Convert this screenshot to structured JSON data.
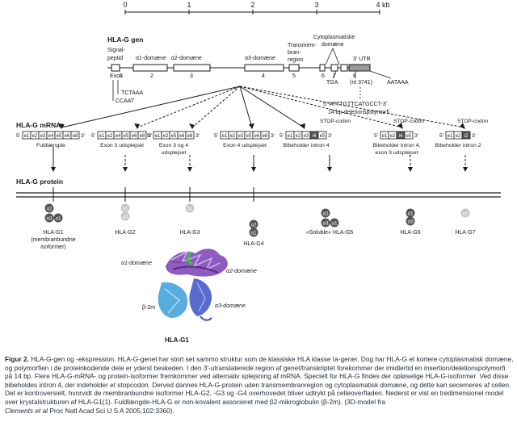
{
  "colors": {
    "line": "#1a1a1a",
    "molecule_dark": "#555555",
    "molecule_light": "#c8c8c8",
    "utr": "#9a9a9a",
    "caption_text": "#1e2a36",
    "alpha1_domain": "#7a3fb4",
    "alpha2_domain": "#6a3da8",
    "alpha3_domain": "#3b52c4",
    "beta2m": "#3aa0d8",
    "peptide": "#3cc43c"
  },
  "scale": {
    "ticks": [
      "0",
      "1",
      "2",
      "3",
      "4 kb"
    ]
  },
  "gene": {
    "title": "HLA-G gen",
    "signal_peptide": [
      "Signal-",
      "peptid"
    ],
    "exon_label": "Exon",
    "a1_domain": "α1-domæne",
    "a2_domain": "α2-domæne",
    "a3_domain": "α3-domæne",
    "transmembrane": [
      "Transmem-",
      "bran-",
      "region"
    ],
    "cytoplasmic": [
      "Cytoplasmatiske",
      "domæne"
    ],
    "utr": "3' UTR",
    "exon_numbers": [
      "1",
      "2",
      "3",
      "4",
      "5",
      "6",
      "7",
      "8"
    ],
    "promoter_1": "TCTAAA",
    "promoter_2": "CCAAT",
    "tga": "TGA",
    "nt": "(nt 3741)",
    "aataaa": "AATAAA",
    "deletion_seq": "5'-ATTTGTTCATGCCT-3'",
    "deletion_text": "14 bp deletionspolymorfi"
  },
  "mrna": {
    "title": "HLA-G mRNA",
    "stop_codon": "STOP-codon",
    "isoforms": [
      {
        "exons": [
          "e1",
          "e2",
          "e3",
          "e4",
          "e5",
          "e6",
          "e8"
        ],
        "label": [
          "Fuldlængde"
        ]
      },
      {
        "exons": [
          "e1",
          "e2",
          "e4",
          "e5",
          "e6",
          "e8"
        ],
        "label": [
          "Exon 3 udsplejset"
        ]
      },
      {
        "exons": [
          "e1",
          "e2",
          "e5",
          "e6",
          "e8"
        ],
        "label": [
          "Exon 3 og 4",
          "udsplejset"
        ]
      },
      {
        "exons": [
          "e1",
          "e2",
          "e3",
          "e5",
          "e6",
          "e8"
        ],
        "label": [
          "Exon 4 udsplejset"
        ]
      },
      {
        "exons": [
          "e1",
          "e2",
          "e3",
          "i4",
          "e5"
        ],
        "label": [
          "Bibeholder intron 4"
        ]
      },
      {
        "exons": [
          "e1",
          "e2",
          "i4",
          "e5"
        ],
        "label": [
          "Bibeholder intron 4,",
          "exon 3 udsplejset"
        ]
      },
      {
        "exons": [
          "e1",
          "e2",
          "i2"
        ],
        "label": [
          "Bibeholder intron 2"
        ]
      }
    ],
    "five_prime": "5'",
    "three_prime": "3'"
  },
  "protein": {
    "title": "HLA-G protein",
    "isoforms": [
      {
        "name": "HLA-G1",
        "sub": [
          "(membranbundne",
          "isoformer)"
        ],
        "domains": [
          "α3",
          "α2",
          "α1"
        ]
      },
      {
        "name": "HLA-G2",
        "sub": [],
        "domains": [
          "α3",
          "α1"
        ]
      },
      {
        "name": "HLA-G3",
        "sub": [],
        "domains": [
          "α1"
        ]
      },
      {
        "name": "HLA-G4",
        "sub": [],
        "domains": [
          "α2",
          "α1"
        ]
      },
      {
        "name": "»Soluble« HLA-G5",
        "sub": [],
        "domains": [
          "α3",
          "α2",
          "α1"
        ]
      },
      {
        "name": "HLA-G6",
        "sub": [],
        "domains": [
          "α3",
          "α1"
        ]
      },
      {
        "name": "HLA-G7",
        "sub": [],
        "domains": [
          "α1"
        ]
      }
    ]
  },
  "structure": {
    "a1": "α1-domæne",
    "a2": "α2-domæne",
    "a3": "α3-domæne",
    "b2m": "β-2m",
    "label": "HLA-G1"
  },
  "caption": {
    "label": "Figur 2.",
    "text": "HLA-G-gen og -ekspression. HLA-G-genet har stort set sammo struktur som de klassiske HLA klasse Ia-gener. Dog har HLA-G et kortere cytoplasmatisk domæne, og polymorfien i de proteinkodende dele er yderst beskeden. I den 3'-utranslaterede region af genet/transkriptet forekommer der imidlertid en insertion/deletionspolymorfi på 14 bp. Flere HLA-G-mRNA- og protein-isoformer fremkommer ved alternativ splejsning af mRNA. Specielt for HLA-G findes der opløselige HLA-G-isoformer. Ved disse bibeholdes intron 4, der indeholder et stopcodon. Derved dannes HLA-G-protein uden transmembranregion og cytoplasmatisk domæne, og dette kan secerneres af cellen. Det er kontroversielt, hvorvidt de membranbundne isoformer HLA-G2, -G3 og -G4 overhovedet bliver udtrykt på celleoverfladen. Nederst er vist en tredimensionel model over krystalstrukturen af HLA-G1(1). Fuldlængde-HLA-G er non-kovalent associeret med β2-mikroglobulin (β-2m). (3D-model fra",
    "cite_authors": "Clements et al",
    "cite_rest": "Proc Natl Acad Sci U S A 2005;102:3360)."
  }
}
